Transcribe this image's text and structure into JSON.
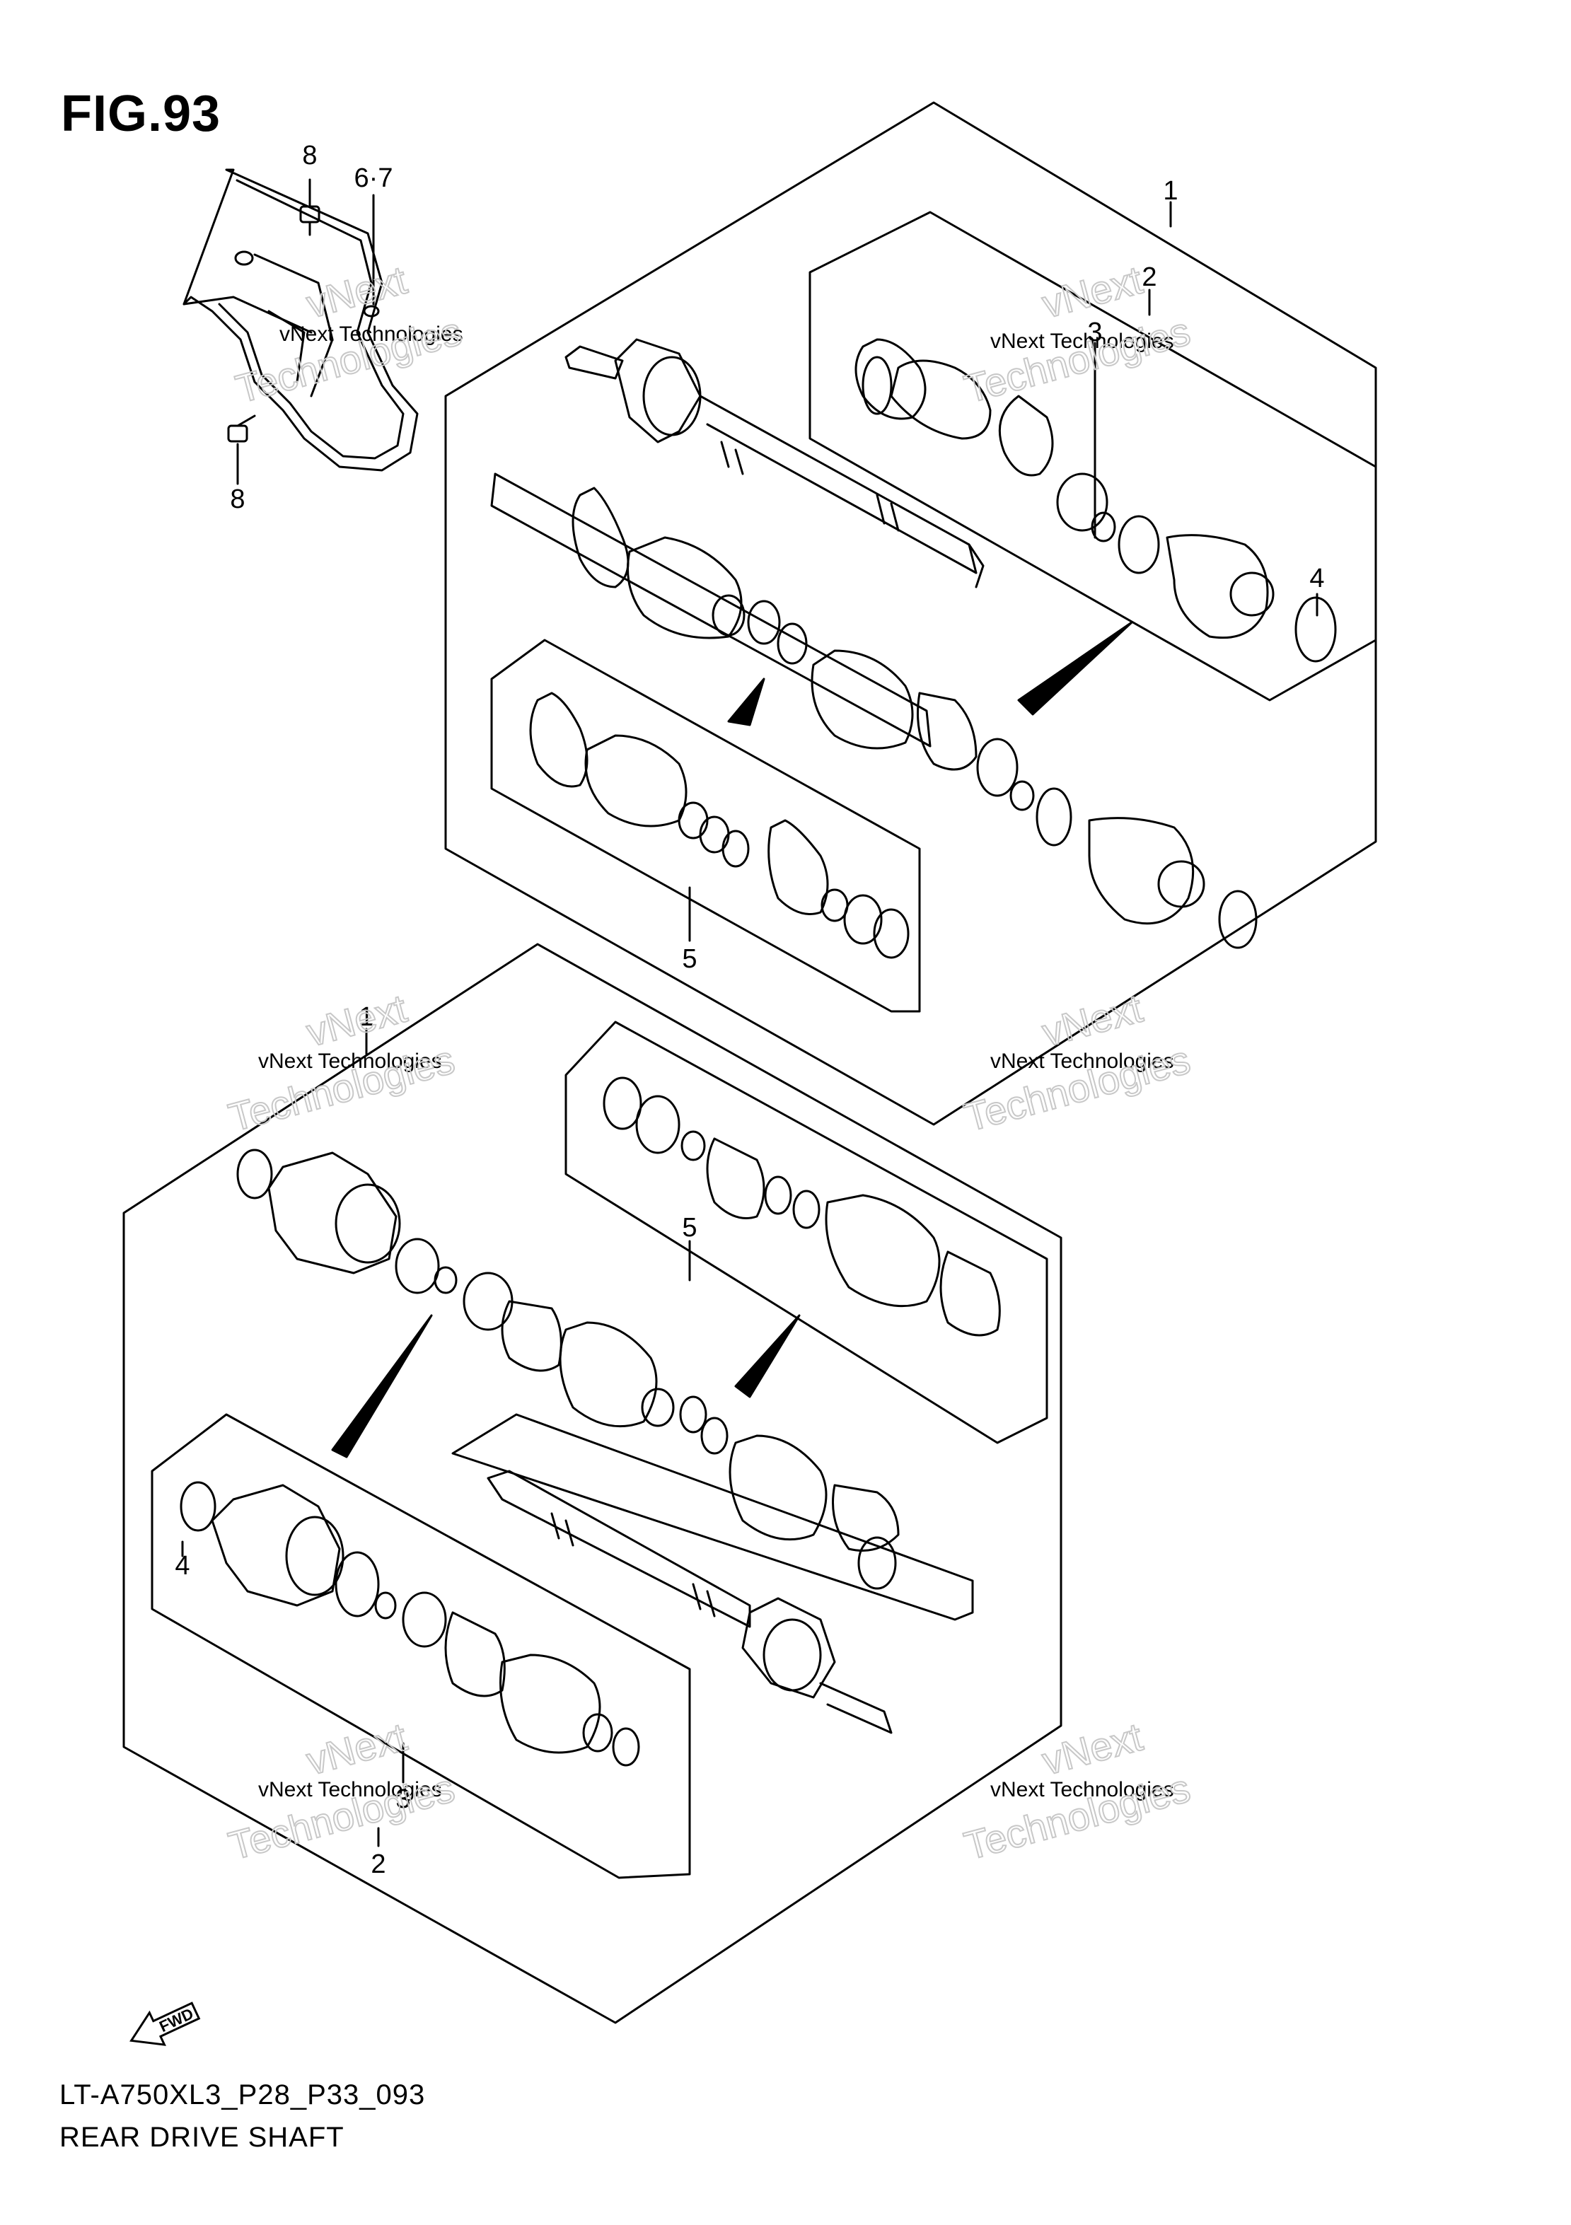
{
  "figure": {
    "title": "FIG.93",
    "code": "LT-A750XL3_P28_P33_093",
    "name": "REAR DRIVE SHAFT"
  },
  "callouts": {
    "guard_bolt_top": "8",
    "guard": "6·7",
    "guard_bolt_bottom": "8",
    "upper_assembly": "1",
    "upper_outer_joint_set": "2",
    "upper_circlip": "3",
    "upper_snap_ring": "4",
    "upper_boot_set": "5",
    "lower_assembly": "1",
    "lower_boot_set": "5",
    "lower_snap_ring": "4",
    "lower_circlip": "3",
    "lower_outer_joint_set": "2"
  },
  "watermark": {
    "line1": "vNext Technologies",
    "line2": "vNext",
    "line3": "Technologies"
  },
  "fwd_label": "FWD",
  "colors": {
    "ink": "#000000",
    "watermark": "#c8c8c8"
  }
}
